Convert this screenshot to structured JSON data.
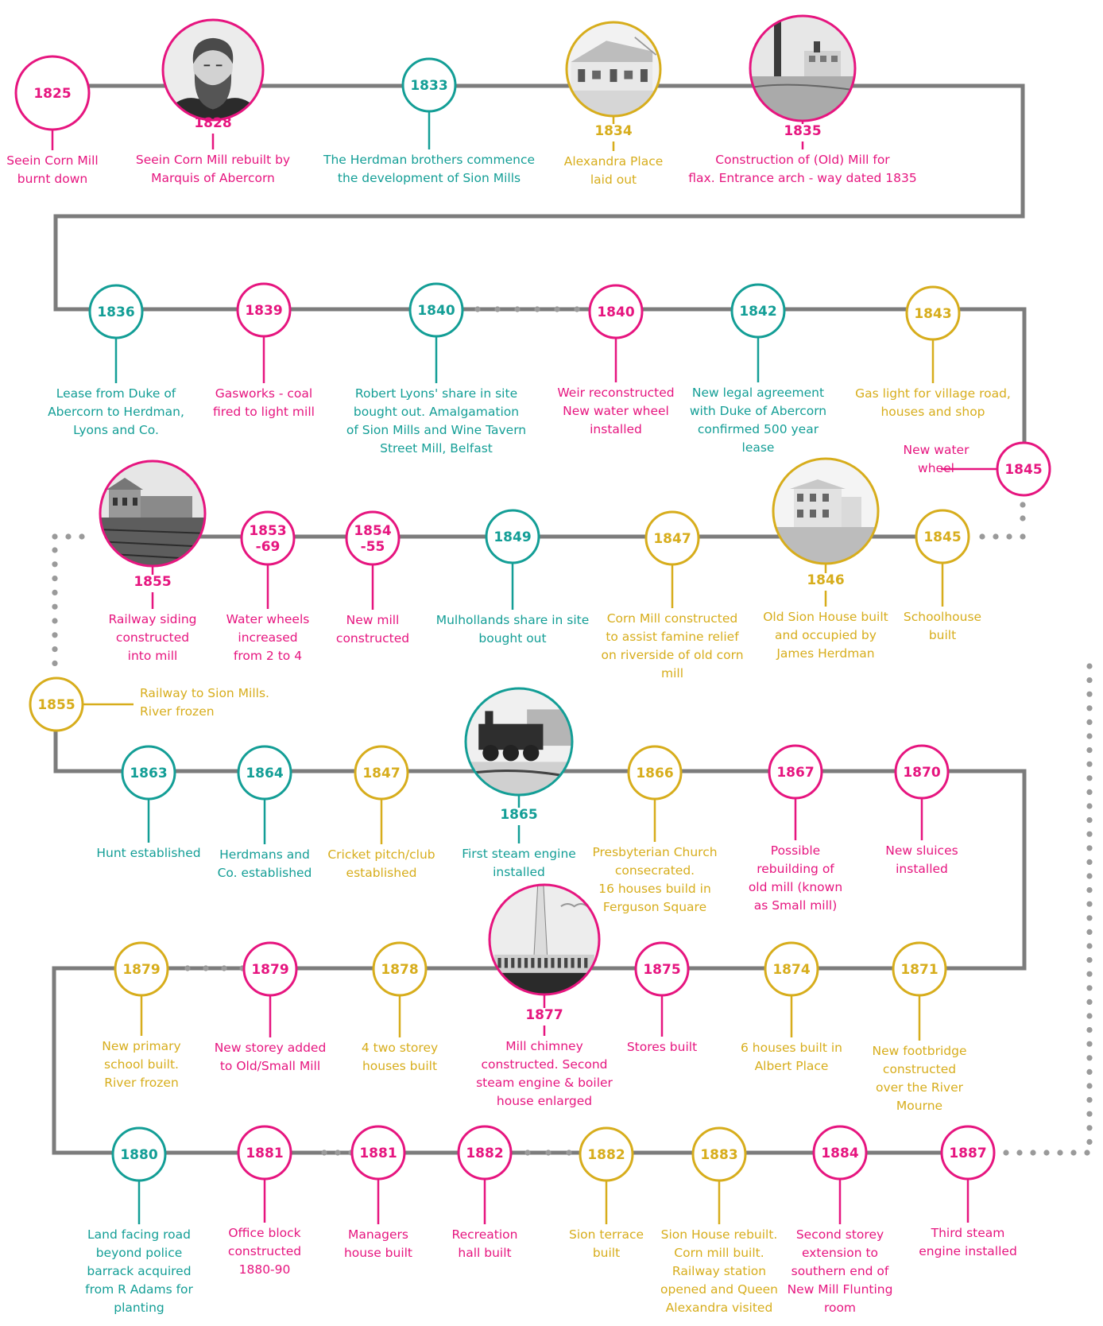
{
  "colors": {
    "pink": "#e6157f",
    "teal": "#139e96",
    "gold": "#d7ad1c",
    "line": "#7c7c7c",
    "dot": "#9a9a9a"
  },
  "events": [
    {
      "year": [
        "1825"
      ],
      "text": [
        "Seein Corn Mill",
        "burnt down"
      ],
      "color": "pink"
    },
    {
      "year": [
        "1828"
      ],
      "text": [
        "Seein Corn Mill rebuilt by",
        "Marquis of Abercorn"
      ],
      "color": "pink",
      "photo": "portrait-photo"
    },
    {
      "year": [
        "1833"
      ],
      "text": [
        "The Herdman brothers commence",
        "the development of Sion Mills"
      ],
      "color": "teal"
    },
    {
      "year": [
        "1834"
      ],
      "text": [
        "Alexandra Place",
        "laid out"
      ],
      "color": "gold",
      "photo": "cottages-photo"
    },
    {
      "year": [
        "1835"
      ],
      "text": [
        "Construction of (Old) Mill for",
        "flax. Entrance arch - way dated 1835"
      ],
      "color": "pink",
      "photo": "mill-chimney-photo"
    },
    {
      "year": [
        "1836"
      ],
      "text": [
        "Lease from Duke of",
        "Abercorn to Herdman,",
        "Lyons and Co."
      ],
      "color": "teal"
    },
    {
      "year": [
        "1839"
      ],
      "text": [
        "Gasworks - coal",
        "fired to light mill"
      ],
      "color": "pink"
    },
    {
      "year": [
        "1840"
      ],
      "text": [
        "Robert Lyons' share in site",
        "bought out. Amalgamation",
        "of Sion Mills and Wine Tavern",
        "Street Mill, Belfast"
      ],
      "color": "teal"
    },
    {
      "year": [
        "1840"
      ],
      "text": [
        "Weir reconstructed",
        "New water wheel",
        "installed"
      ],
      "color": "pink"
    },
    {
      "year": [
        "1842"
      ],
      "text": [
        "New legal agreement",
        "with Duke of Abercorn",
        "confirmed 500 year",
        "lease"
      ],
      "color": "teal"
    },
    {
      "year": [
        "1843"
      ],
      "text": [
        "Gas light for village road,",
        "houses and shop"
      ],
      "color": "gold"
    },
    {
      "year": [
        "1845"
      ],
      "text": [
        "New water",
        "wheel"
      ],
      "color": "pink"
    },
    {
      "year": [
        "1845"
      ],
      "text": [
        "Schoolhouse",
        "built"
      ],
      "color": "gold"
    },
    {
      "year": [
        "1846"
      ],
      "text": [
        "Old Sion House built",
        "and occupied by",
        "James Herdman"
      ],
      "color": "gold",
      "photo": "house-photo"
    },
    {
      "year": [
        "1847"
      ],
      "text": [
        "Corn Mill constructed",
        "to assist famine relief",
        "on riverside of old corn",
        "mill"
      ],
      "color": "gold"
    },
    {
      "year": [
        "1849"
      ],
      "text": [
        "Mulhollands share in site",
        "bought out"
      ],
      "color": "teal"
    },
    {
      "year": [
        "1854",
        "-55"
      ],
      "text": [
        "New mill",
        "constructed"
      ],
      "color": "pink"
    },
    {
      "year": [
        "1853",
        "-69"
      ],
      "text": [
        "Water wheels",
        "increased",
        "from 2 to 4"
      ],
      "color": "pink"
    },
    {
      "year": [
        "1855"
      ],
      "text": [
        "Railway siding",
        "constructed",
        "into mill"
      ],
      "color": "pink",
      "photo": "railway-station-photo"
    },
    {
      "year": [
        "1855"
      ],
      "text": [
        "Railway to Sion Mills.",
        "River frozen"
      ],
      "color": "gold"
    },
    {
      "year": [
        "1863"
      ],
      "text": [
        "Hunt established"
      ],
      "color": "teal"
    },
    {
      "year": [
        "1864"
      ],
      "text": [
        "Herdmans and",
        "Co. established"
      ],
      "color": "teal"
    },
    {
      "year": [
        "1847"
      ],
      "text": [
        "Cricket pitch/club",
        "established"
      ],
      "color": "gold"
    },
    {
      "year": [
        "1865"
      ],
      "text": [
        "First steam engine",
        "installed"
      ],
      "color": "teal",
      "photo": "steam-engine-photo"
    },
    {
      "year": [
        "1866"
      ],
      "text": [
        "Presbyterian Church",
        "consecrated.",
        "16 houses build in",
        "Ferguson Square"
      ],
      "color": "gold"
    },
    {
      "year": [
        "1867"
      ],
      "text": [
        "Possible",
        "rebuilding of",
        "old mill (known",
        "as Small mill)"
      ],
      "color": "pink"
    },
    {
      "year": [
        "1870"
      ],
      "text": [
        "New sluices",
        "installed"
      ],
      "color": "pink"
    },
    {
      "year": [
        "1871"
      ],
      "text": [
        "New footbridge",
        "constructed",
        "over the River",
        "Mourne"
      ],
      "color": "gold"
    },
    {
      "year": [
        "1874"
      ],
      "text": [
        "6 houses built in",
        "Albert Place"
      ],
      "color": "gold"
    },
    {
      "year": [
        "1875"
      ],
      "text": [
        "Stores built"
      ],
      "color": "pink"
    },
    {
      "year": [
        "1877"
      ],
      "text": [
        "Mill chimney",
        "constructed. Second",
        "steam engine & boiler",
        "house enlarged"
      ],
      "color": "pink",
      "photo": "chimney-photo"
    },
    {
      "year": [
        "1878"
      ],
      "text": [
        "4 two storey",
        "houses built"
      ],
      "color": "gold"
    },
    {
      "year": [
        "1879"
      ],
      "text": [
        "New storey added",
        "to Old/Small Mill"
      ],
      "color": "pink"
    },
    {
      "year": [
        "1879"
      ],
      "text": [
        "New primary",
        "school built.",
        "River frozen"
      ],
      "color": "gold"
    },
    {
      "year": [
        "1880"
      ],
      "text": [
        "Land facing road",
        "beyond police",
        "barrack acquired",
        "from R Adams for",
        "planting"
      ],
      "color": "teal"
    },
    {
      "year": [
        "1881"
      ],
      "text": [
        "Office block",
        "constructed",
        "1880-90"
      ],
      "color": "pink"
    },
    {
      "year": [
        "1881"
      ],
      "text": [
        "Managers",
        "house built"
      ],
      "color": "pink"
    },
    {
      "year": [
        "1882"
      ],
      "text": [
        "Recreation",
        "hall built"
      ],
      "color": "pink"
    },
    {
      "year": [
        "1882"
      ],
      "text": [
        "Sion terrace",
        "built"
      ],
      "color": "gold"
    },
    {
      "year": [
        "1883"
      ],
      "text": [
        "Sion House rebuilt.",
        "Corn mill built.",
        "Railway station",
        "opened and Queen",
        "Alexandra visited"
      ],
      "color": "gold"
    },
    {
      "year": [
        "1884"
      ],
      "text": [
        "Second storey",
        "extension to",
        "southern end of",
        "New Mill Flunting",
        "room"
      ],
      "color": "pink"
    },
    {
      "year": [
        "1887"
      ],
      "text": [
        "Third steam",
        "engine installed"
      ],
      "color": "pink"
    }
  ]
}
